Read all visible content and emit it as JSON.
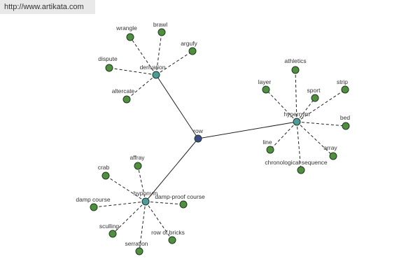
{
  "source_url": "http://www.artikata.com",
  "colors": {
    "root_node": "#3c4a8c",
    "hub_node": "#4f9a9a",
    "leaf_node": "#4f8f3e",
    "node_stroke": "#1f3a1f",
    "edge": "#222222"
  },
  "graph": {
    "root": {
      "label": "row"
    },
    "hubs": [
      {
        "id": "derivation",
        "label": "derivation",
        "leaves": [
          "wrangle",
          "brawl",
          "argufy",
          "dispute",
          "altercate"
        ]
      },
      {
        "id": "hypernym",
        "label": "hypernym",
        "leaves": [
          "athletics",
          "layer",
          "sport",
          "strip",
          "bed",
          "line",
          "array",
          "chronological sequence"
        ]
      },
      {
        "id": "hyponym",
        "label": "hyponym",
        "leaves": [
          "affray",
          "crab",
          "damp course",
          "damp-proof course",
          "sculling",
          "row of bricks",
          "serration"
        ]
      }
    ]
  }
}
